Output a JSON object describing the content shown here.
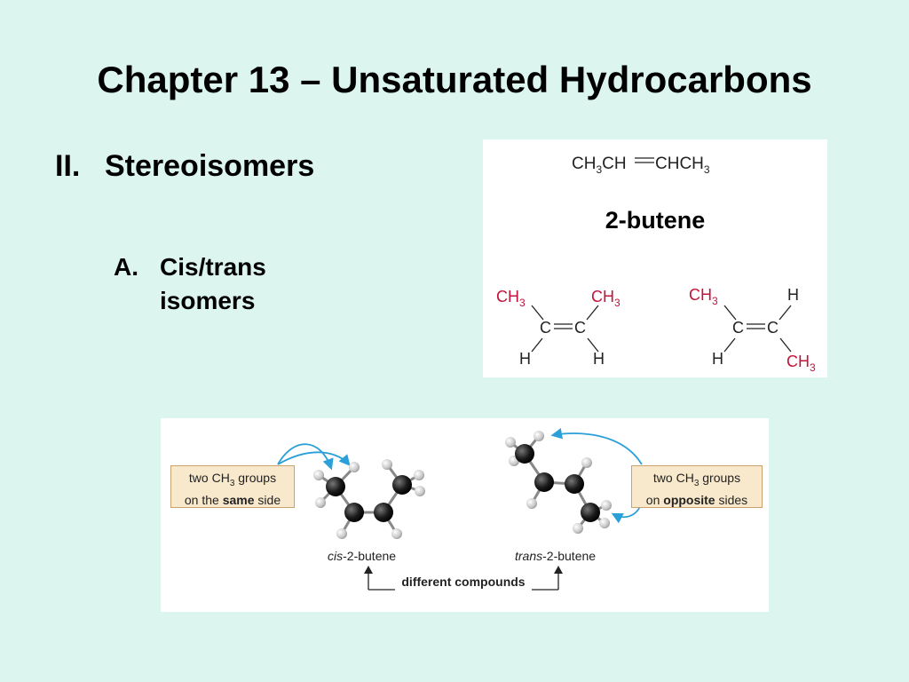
{
  "title": "Chapter 13 – Unsaturated Hydrocarbons",
  "section": {
    "number": "II.",
    "label": "Stereoisomers"
  },
  "subsection": {
    "letter": "A.",
    "line1": "Cis/trans",
    "line2": "isomers"
  },
  "structures": {
    "condensed_formula": {
      "a": "CH",
      "a_sub": "3",
      "b": "CH",
      "c": "CHCH",
      "c_sub": "3"
    },
    "name": "2-butene",
    "methyl": "CH",
    "methyl_sub": "3",
    "carbon": "C",
    "hydrogen": "H"
  },
  "models": {
    "cis_label": {
      "prefix": "cis",
      "rest": "-2-butene"
    },
    "trans_label": {
      "prefix": "trans",
      "rest": "-2-butene"
    },
    "bracket_label": "different compounds",
    "callout_same": {
      "l1a": "two CH",
      "l1sub": "3",
      "l1b": " groups",
      "l2a": "on the ",
      "l2bold": "same",
      "l2b": " side"
    },
    "callout_opposite": {
      "l1a": "two CH",
      "l1sub": "3",
      "l1b": " groups",
      "l2a": "on ",
      "l2bold": "opposite",
      "l2b": " sides"
    }
  },
  "colors": {
    "background": "#dcf5ef",
    "methyl_red": "#c0143c",
    "arrow_blue": "#2a9fd8",
    "callout_fill": "#f9e9cc",
    "callout_border": "#c9a36b"
  }
}
